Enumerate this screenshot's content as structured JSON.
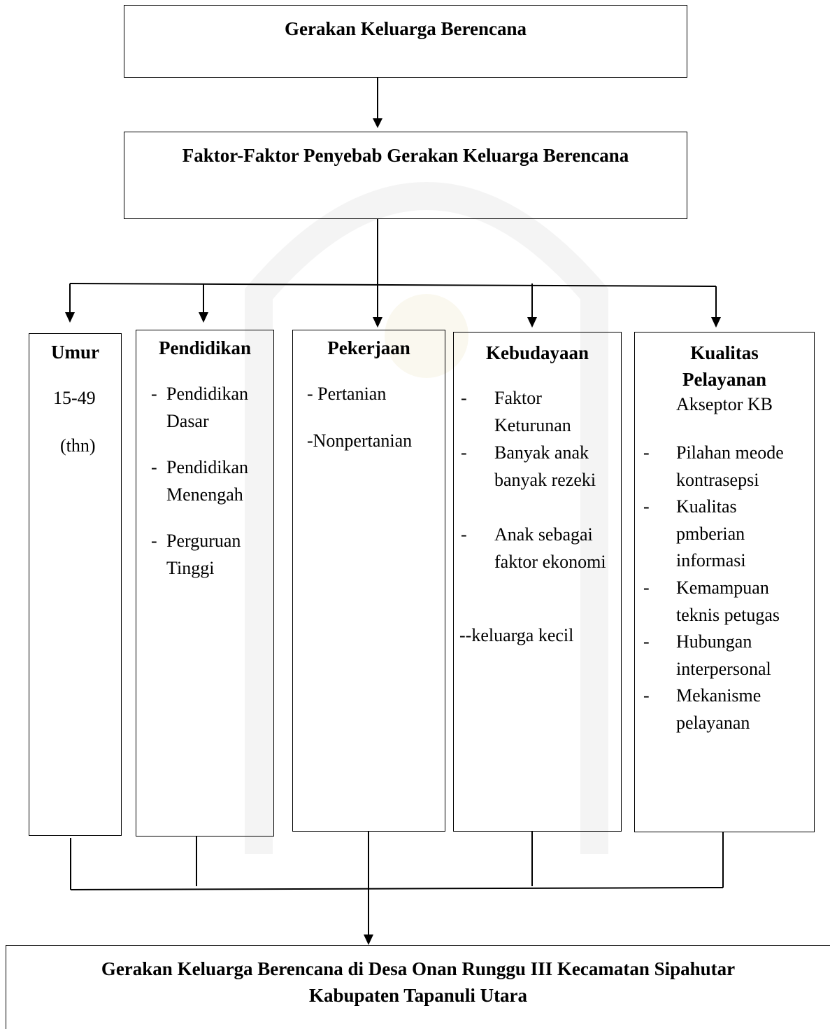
{
  "top_box": {
    "title": "Gerakan Keluarga Berencana"
  },
  "factors_box": {
    "title": "Faktor-Faktor Penyebab Gerakan Keluarga Berencana"
  },
  "columns": {
    "umur": {
      "title": "Umur",
      "lines": [
        "15-49",
        "(thn)"
      ]
    },
    "pendidikan": {
      "title": "Pendidikan",
      "items": [
        "Pendidikan Dasar",
        "Pendidikan Menengah",
        "Perguruan Tinggi"
      ]
    },
    "pekerjaan": {
      "title": "Pekerjaan",
      "items": [
        "- Pertanian",
        "-Nonpertanian"
      ]
    },
    "kebudayaan": {
      "title": "Kebudayaan",
      "items": [
        "Faktor Keturunan",
        "Banyak anak banyak rezeki",
        "Anak sebagai faktor ekonomi"
      ],
      "extra": "--keluarga kecil"
    },
    "kualitas": {
      "title_line1": "Kualitas",
      "title_line2": "Pelayanan",
      "subtitle": "Akseptor KB",
      "items": [
        "Pilahan meode kontrasepsi",
        "Kualitas pmberian informasi",
        "Kemampuan teknis petugas",
        "Hubungan interpersonal",
        "Mekanisme pelayanan"
      ]
    }
  },
  "bottom_box": {
    "title_line1": "Gerakan Keluarga Berencana di Desa Onan Runggu III Kecamatan Sipahutar",
    "title_line2": "Kabupaten Tapanuli Utara"
  },
  "icons": {
    "arrow": "arrow-down-icon",
    "watermark": "university-seal-watermark"
  }
}
